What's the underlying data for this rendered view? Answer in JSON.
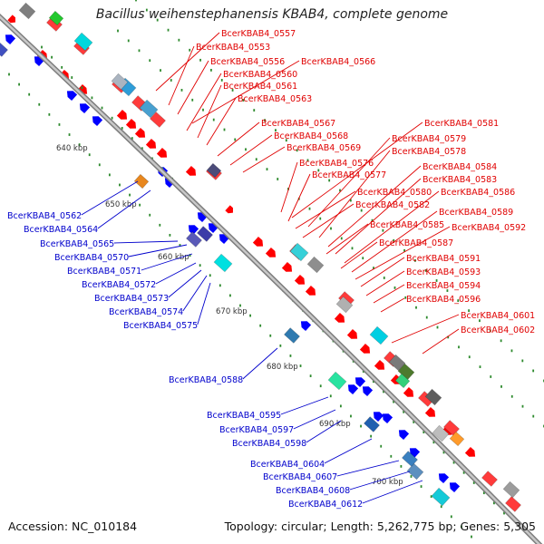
{
  "title": "Bacillus weihenstephanensis KBAB4, complete genome",
  "accession": "Accession: NC_010184",
  "topology": "Topology: circular; Length: 5,262,775 bp; Genes: 5,305",
  "colors": {
    "backbone": "#9b9b9b",
    "forward_label": "#e00000",
    "reverse_label": "#0000cc",
    "tick": "#2d8a2d",
    "forward_gene": "#ff0000",
    "reverse_gene": "#0000ff"
  },
  "kbp_labels": [
    "640 kbp",
    "650 kbp",
    "660 kbp",
    "670 kbp",
    "680 kbp",
    "690 kbp",
    "700 kbp"
  ],
  "forward_labels": [
    "BcerKBAB4_0557",
    "BcerKBAB4_0553",
    "BcerKBAB4_0556",
    "BcerKBAB4_0566",
    "BcerKBAB4_0560",
    "BcerKBAB4_0561",
    "BcerKBAB4_0563",
    "BcerKBAB4_0567",
    "BcerKBAB4_0581",
    "BcerKBAB4_0568",
    "BcerKBAB4_0579",
    "BcerKBAB4_0569",
    "BcerKBAB4_0578",
    "BcerKBAB4_0576",
    "BcerKBAB4_0584",
    "BcerKBAB4_0577",
    "BcerKBAB4_0583",
    "BcerKBAB4_0580",
    "BcerKBAB4_0586",
    "BcerKBAB4_0582",
    "BcerKBAB4_0589",
    "BcerKBAB4_0585",
    "BcerKBAB4_0592",
    "BcerKBAB4_0587",
    "BcerKBAB4_0591",
    "BcerKBAB4_0593",
    "BcerKBAB4_0594",
    "BcerKBAB4_0596",
    "BcerKBAB4_0601",
    "BcerKBAB4_0602"
  ],
  "reverse_labels": [
    "BcerKBAB4_0562",
    "BcerKBAB4_0564",
    "BcerKBAB4_0565",
    "BcerKBAB4_0570",
    "BcerKBAB4_0571",
    "BcerKBAB4_0572",
    "BcerKBAB4_0573",
    "BcerKBAB4_0574",
    "BcerKBAB4_0575",
    "BcerKBAB4_0588",
    "BcerKBAB4_0595",
    "BcerKBAB4_0597",
    "BcerKBAB4_0598",
    "BcerKBAB4_0604",
    "BcerKBAB4_0607",
    "BcerKBAB4_0608",
    "BcerKBAB4_0612"
  ]
}
